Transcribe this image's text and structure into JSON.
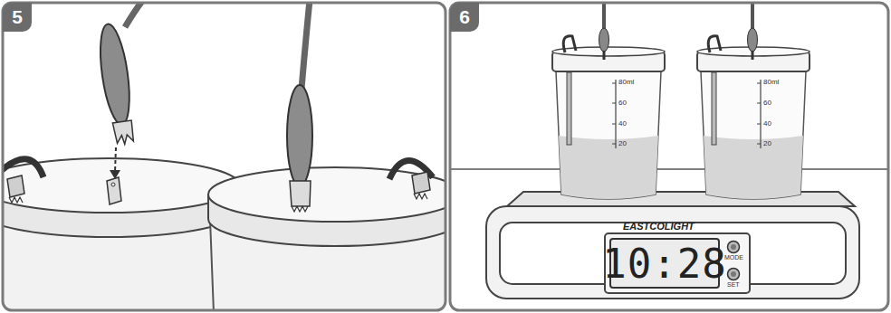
{
  "diagram": {
    "nodes": [
      {
        "text": [
          "5"
        ]
      },
      {
        "text": [
          "6"
        ]
      },
      {
        "text": [
          "10:28"
        ]
      }
    ],
    "labels": [
      "80ml",
      "60",
      "40",
      "20",
      "80ml",
      "60",
      "40",
      "20",
      "EASTCOLIGHT",
      "MODE",
      "SET"
    ]
  }
}
